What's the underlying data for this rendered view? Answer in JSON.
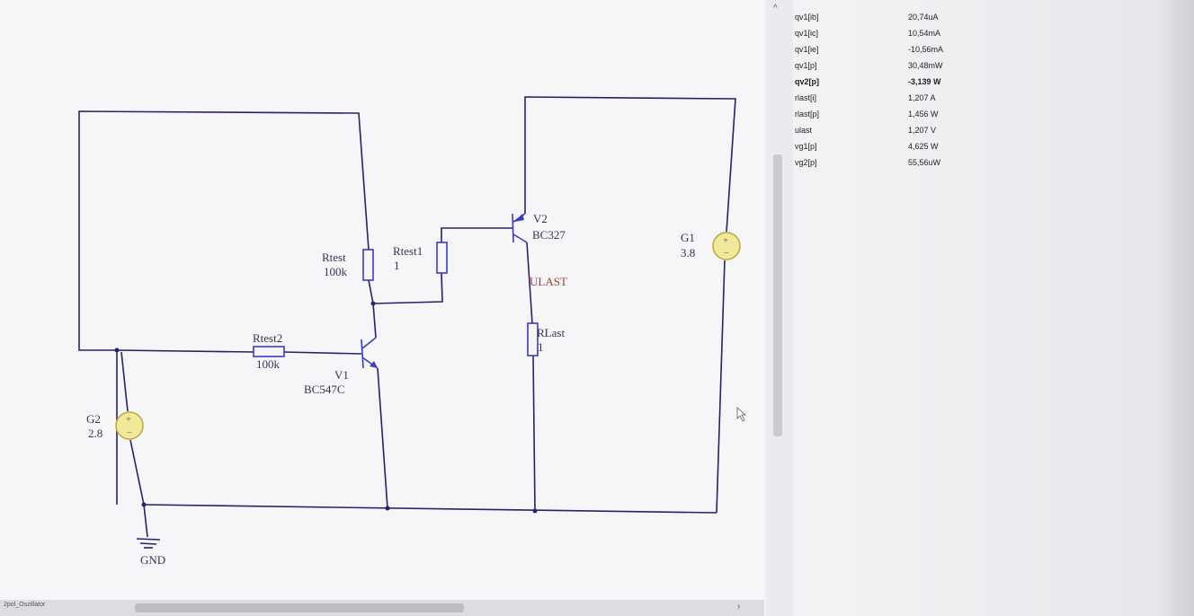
{
  "schematic": {
    "components": {
      "g2": {
        "name": "G2",
        "value": "2.8"
      },
      "g1": {
        "name": "G1",
        "value": "3.8"
      },
      "rtest": {
        "name": "Rtest",
        "value": "100k"
      },
      "rtest1": {
        "name": "Rtest1",
        "value": "1"
      },
      "rtest2": {
        "name": "Rtest2",
        "value": "100k"
      },
      "v1": {
        "name": "V1",
        "value": "BC547C"
      },
      "v2": {
        "name": "V2",
        "value": "BC327"
      },
      "rlast": {
        "name": "RLast",
        "value": "1"
      },
      "gnd": {
        "name": "GND"
      }
    },
    "node_label": "ULAST"
  },
  "results": [
    {
      "name": "qv1[ib]",
      "value": "20,74uA",
      "bold": false
    },
    {
      "name": "qv1[ic]",
      "value": "10,54mA",
      "bold": false
    },
    {
      "name": "qv1[ie]",
      "value": "-10,56mA",
      "bold": false
    },
    {
      "name": "qv1[p]",
      "value": "30,48mW",
      "bold": false
    },
    {
      "name": "qv2[p]",
      "value": "-3,139 W",
      "bold": true
    },
    {
      "name": "rlast[i]",
      "value": "1,207 A",
      "bold": false
    },
    {
      "name": "rlast[p]",
      "value": "1,456 W",
      "bold": false
    },
    {
      "name": "ulast",
      "value": "1,207 V",
      "bold": false
    },
    {
      "name": "vg1[p]",
      "value": "4,625 W",
      "bold": false
    },
    {
      "name": "vg2[p]",
      "value": "55,56uW",
      "bold": false
    }
  ],
  "sheet_tab": "2pol_Oszillator",
  "colors": {
    "wire": "#23236e",
    "component": "#3b3bc8",
    "source_fill": "#f3e79a",
    "node_label": "#a23a3a"
  },
  "icons": {
    "scroll_up": "chevron-up-icon",
    "scroll_right": "chevron-right-icon",
    "cursor": "mouse-pointer-icon"
  }
}
